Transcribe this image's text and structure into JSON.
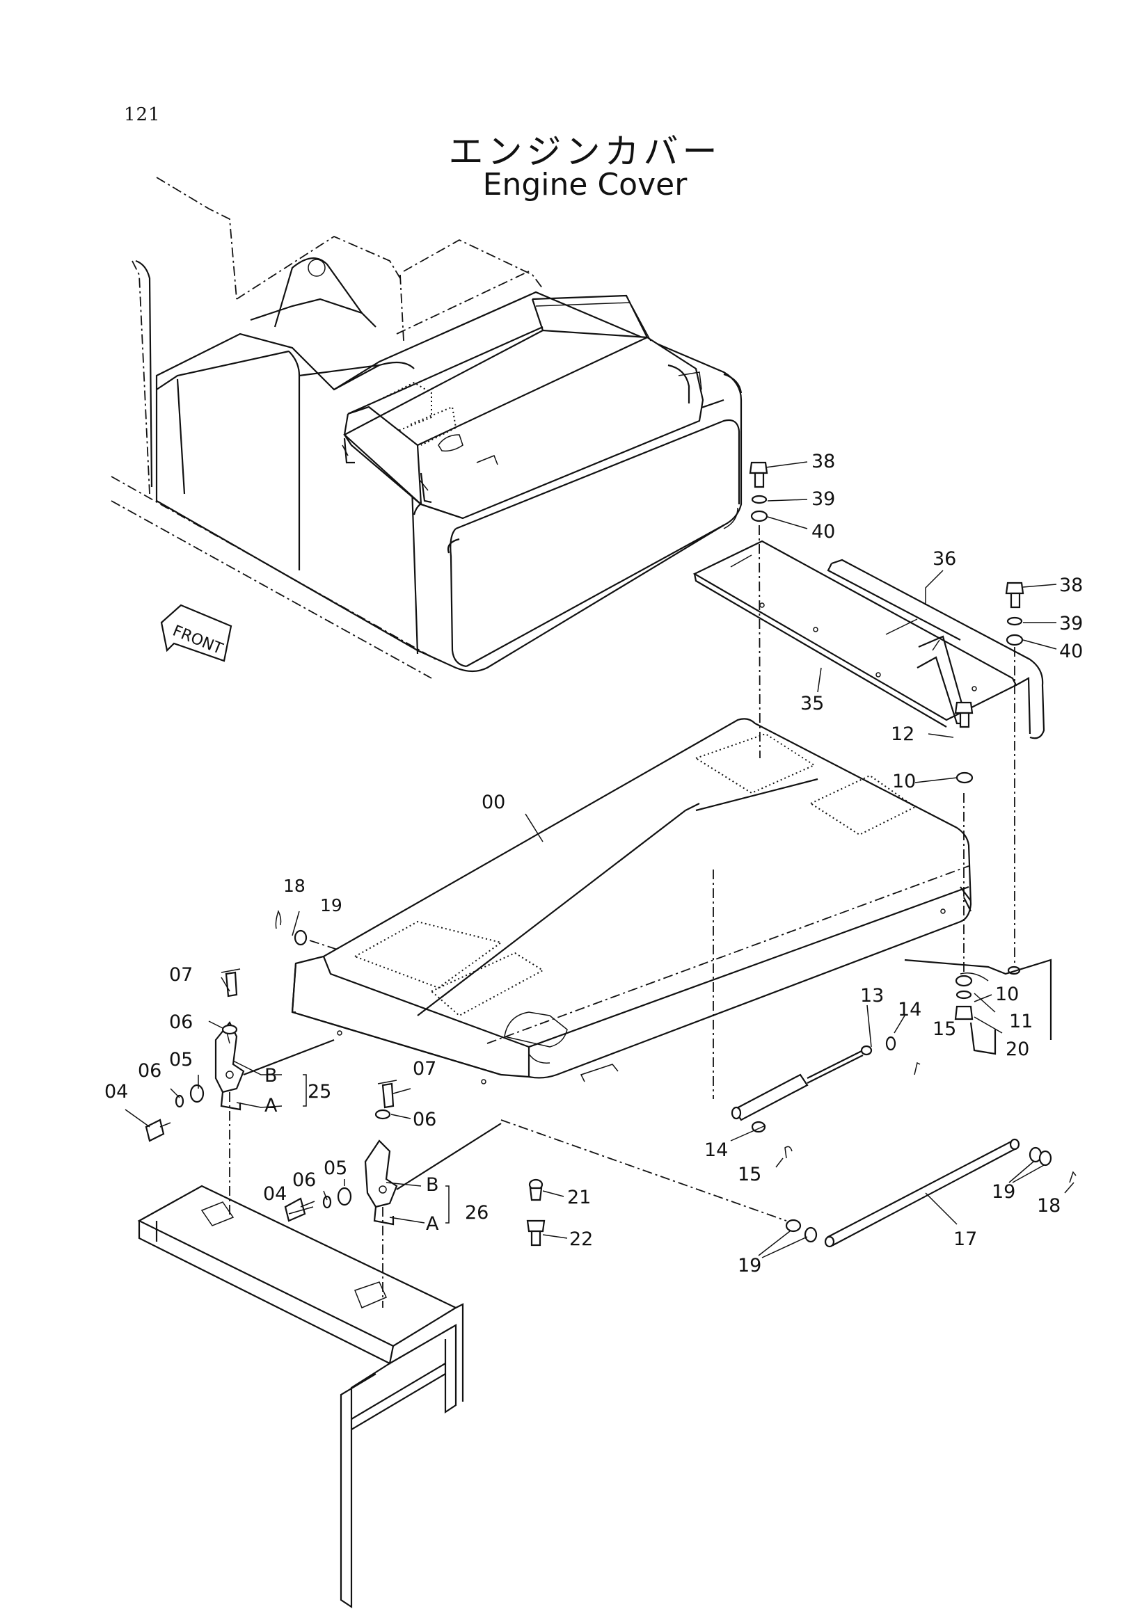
{
  "page_number": "121",
  "title": {
    "japanese": "エンジンカバー",
    "english": "Engine Cover"
  },
  "front_marker": "FRONT",
  "part_labels": [
    {
      "id": "lbl-38a",
      "text": "38"
    },
    {
      "id": "lbl-39a",
      "text": "39"
    },
    {
      "id": "lbl-40a",
      "text": "40"
    },
    {
      "id": "lbl-36",
      "text": "36"
    },
    {
      "id": "lbl-38b",
      "text": "38"
    },
    {
      "id": "lbl-39b",
      "text": "39"
    },
    {
      "id": "lbl-40b",
      "text": "40"
    },
    {
      "id": "lbl-35",
      "text": "35"
    },
    {
      "id": "lbl-12",
      "text": "12"
    },
    {
      "id": "lbl-10a",
      "text": "10"
    },
    {
      "id": "lbl-00",
      "text": "00"
    },
    {
      "id": "lbl-18a",
      "text": "18"
    },
    {
      "id": "lbl-19a",
      "text": "19"
    },
    {
      "id": "lbl-07a",
      "text": "07"
    },
    {
      "id": "lbl-06a",
      "text": "06"
    },
    {
      "id": "lbl-05a",
      "text": "05"
    },
    {
      "id": "lbl-06b",
      "text": "06"
    },
    {
      "id": "lbl-04a",
      "text": "04"
    },
    {
      "id": "lbl-Ba",
      "text": "B"
    },
    {
      "id": "lbl-Aa",
      "text": "A"
    },
    {
      "id": "lbl-25",
      "text": "25"
    },
    {
      "id": "lbl-07b",
      "text": "07"
    },
    {
      "id": "lbl-06c",
      "text": "06"
    },
    {
      "id": "lbl-05b",
      "text": "05"
    },
    {
      "id": "lbl-06d",
      "text": "06"
    },
    {
      "id": "lbl-04b",
      "text": "04"
    },
    {
      "id": "lbl-Bb",
      "text": "B"
    },
    {
      "id": "lbl-Ab",
      "text": "A"
    },
    {
      "id": "lbl-26",
      "text": "26"
    },
    {
      "id": "lbl-21",
      "text": "21"
    },
    {
      "id": "lbl-22",
      "text": "22"
    },
    {
      "id": "lbl-13",
      "text": "13"
    },
    {
      "id": "lbl-14a",
      "text": "14"
    },
    {
      "id": "lbl-15a",
      "text": "15"
    },
    {
      "id": "lbl-10b",
      "text": "10"
    },
    {
      "id": "lbl-11",
      "text": "11"
    },
    {
      "id": "lbl-20",
      "text": "20"
    },
    {
      "id": "lbl-14b",
      "text": "14"
    },
    {
      "id": "lbl-15b",
      "text": "15"
    },
    {
      "id": "lbl-19b",
      "text": "19"
    },
    {
      "id": "lbl-18b",
      "text": "18"
    },
    {
      "id": "lbl-17",
      "text": "17"
    },
    {
      "id": "lbl-19c",
      "text": "19"
    }
  ]
}
